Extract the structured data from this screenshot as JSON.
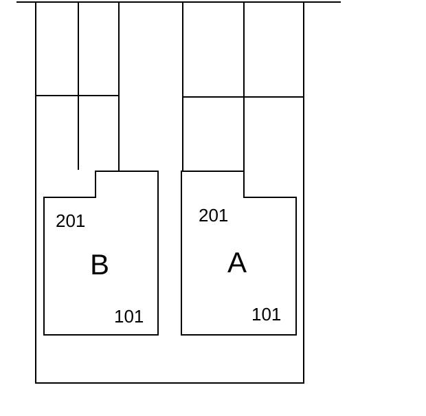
{
  "building_b": {
    "letter": "B",
    "upper_room": "201",
    "lower_room": "101"
  },
  "building_a": {
    "letter": "A",
    "upper_room": "201",
    "lower_room": "101"
  },
  "colors": {
    "line": "#000000",
    "background": "#ffffff"
  }
}
